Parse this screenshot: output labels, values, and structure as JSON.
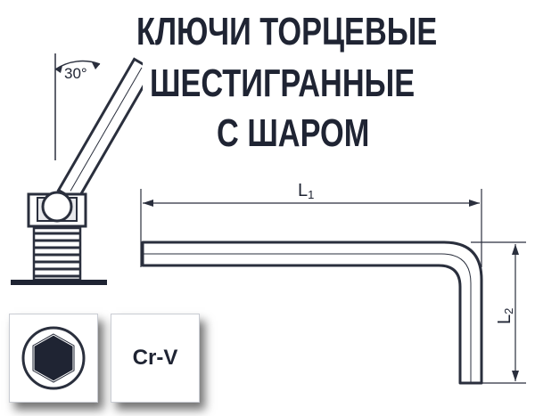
{
  "title": {
    "line1": "КЛЮЧИ ТОРЦЕВЫЕ",
    "line2": "ШЕСТИГРАННЫЕ",
    "line3": "С ШАРОМ"
  },
  "angle_label": "30°",
  "dimensions": {
    "l1": "L",
    "l1_sub": "1",
    "l2": "L",
    "l2_sub": "2"
  },
  "material_badge": "Cr-V",
  "icons": {
    "hex_socket": "hexagon-socket-icon",
    "ball_end": "ball-end-icon"
  },
  "colors": {
    "ink": "#1f2433",
    "outline": "#2a2f3d"
  }
}
